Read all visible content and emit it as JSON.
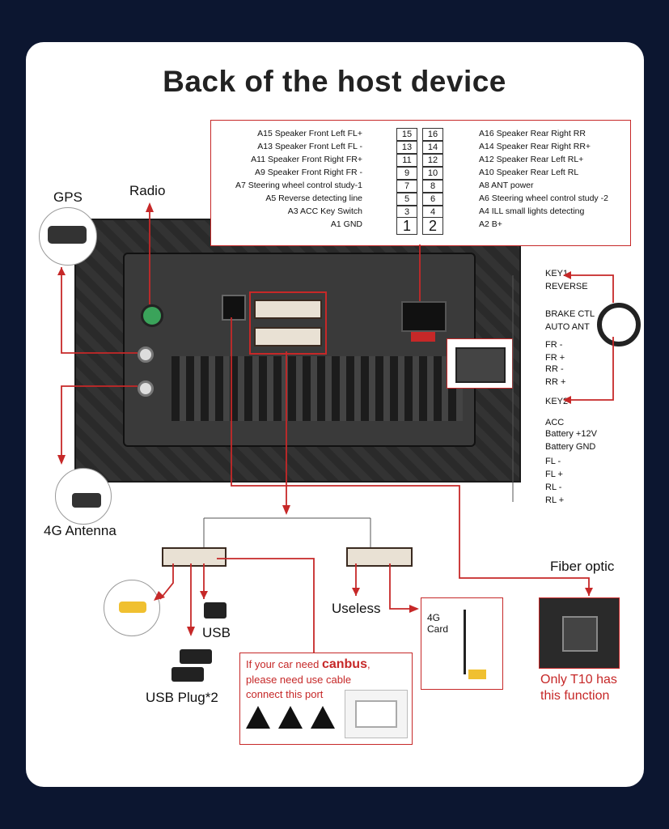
{
  "title": "Back of the host device",
  "pinout": {
    "left": [
      "A15 Speaker Front Left FL+",
      "A13 Speaker Front Left FL -",
      "A11 Speaker Front Right FR+",
      "A9 Speaker Front Right FR -",
      "A7 Steering wheel control study-1",
      "A5 Reverse detecting line",
      "A3 ACC Key Switch",
      "A1 GND"
    ],
    "left_pins": [
      "15",
      "13",
      "11",
      "9",
      "7",
      "5",
      "3",
      "1"
    ],
    "right_pins": [
      "16",
      "14",
      "12",
      "10",
      "8",
      "6",
      "4",
      "2"
    ],
    "right": [
      "A16 Speaker Rear Right RR",
      "A14 Speaker Rear Right RR+",
      "A12 Speaker Rear Left RL+",
      "A10 Speaker Rear Left RL",
      "A8 ANT power",
      "A6 Steering wheel control study -2",
      "A4 ILL small lights detecting",
      "A2 B+"
    ]
  },
  "labels": {
    "gps": "GPS",
    "radio": "Radio",
    "antenna_4g": "4G Antenna",
    "usb": "USB",
    "usb_plug": "USB Plug*2",
    "useless": "Useless",
    "card_4g": "4G\nCard",
    "fiber_optic": "Fiber optic",
    "only_t10": "Only T10 has\nthis function"
  },
  "canbus": {
    "line1_pre": "If your car need ",
    "line1_bold": "canbus",
    "line1_post": ",",
    "line2": "please need use cable",
    "line3": "connect this port"
  },
  "signals": [
    "KEY1",
    "REVERSE",
    "BRAKE CTL",
    "AUTO ANT",
    "FR -",
    "FR +",
    "RR -",
    "RR +",
    "KEY2",
    "ACC",
    "Battery +12V",
    "Battery GND",
    "FL -",
    "FL +",
    "RL -",
    "RL +"
  ],
  "colors": {
    "accent": "#c62828",
    "background": "#0c1630",
    "device": "#2c2c2c"
  }
}
